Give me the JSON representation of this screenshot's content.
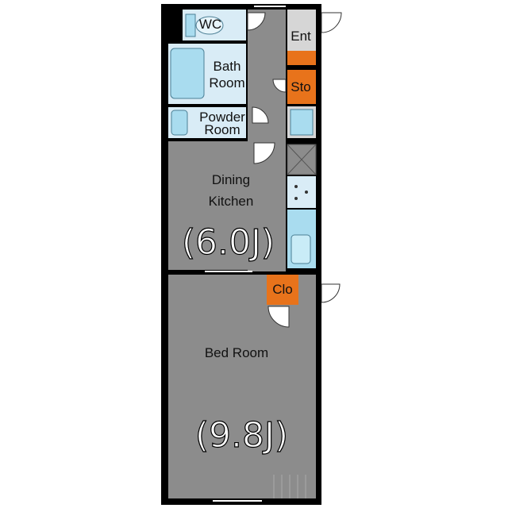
{
  "rooms": {
    "wc": "WC",
    "entrance": "Ent",
    "bath_line1": "Bath",
    "bath_line2": "Room",
    "storage": "Sto",
    "powder_line1": "Powder",
    "powder_line2": "Room",
    "dining_line1": "Dining",
    "dining_line2": "Kitchen",
    "dining_size": "(6.0J)",
    "closet": "Clo",
    "bedroom": "Bed Room",
    "bedroom_size": "(9.8J)"
  },
  "colors": {
    "wall": "#000000",
    "floor_gray": "#8c8c8c",
    "fixture_blue": "#a9dcef",
    "fixture_light": "#d9ecf6",
    "storage_orange": "#e8731b",
    "entrance_floor": "#d6d6d6"
  }
}
